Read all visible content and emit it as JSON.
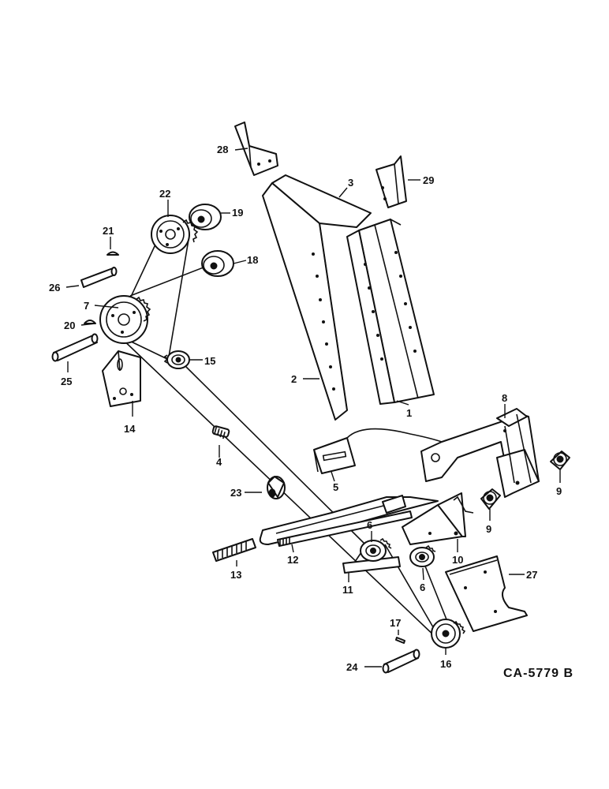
{
  "drawing_ref": "CA-5779 B",
  "callouts": {
    "c1": "1",
    "c2": "2",
    "c3": "3",
    "c4": "4",
    "c5": "5",
    "c6a": "6",
    "c6b": "6",
    "c7": "7",
    "c8": "8",
    "c9a": "9",
    "c9b": "9",
    "c10": "10",
    "c11": "11",
    "c12": "12",
    "c13": "13",
    "c14": "14",
    "c15": "15",
    "c16": "16",
    "c17": "17",
    "c18": "18",
    "c19": "19",
    "c20": "20",
    "c21": "21",
    "c22": "22",
    "c23": "23",
    "c24": "24",
    "c25": "25",
    "c26": "26",
    "c27": "27",
    "c28": "28",
    "c29": "29"
  }
}
